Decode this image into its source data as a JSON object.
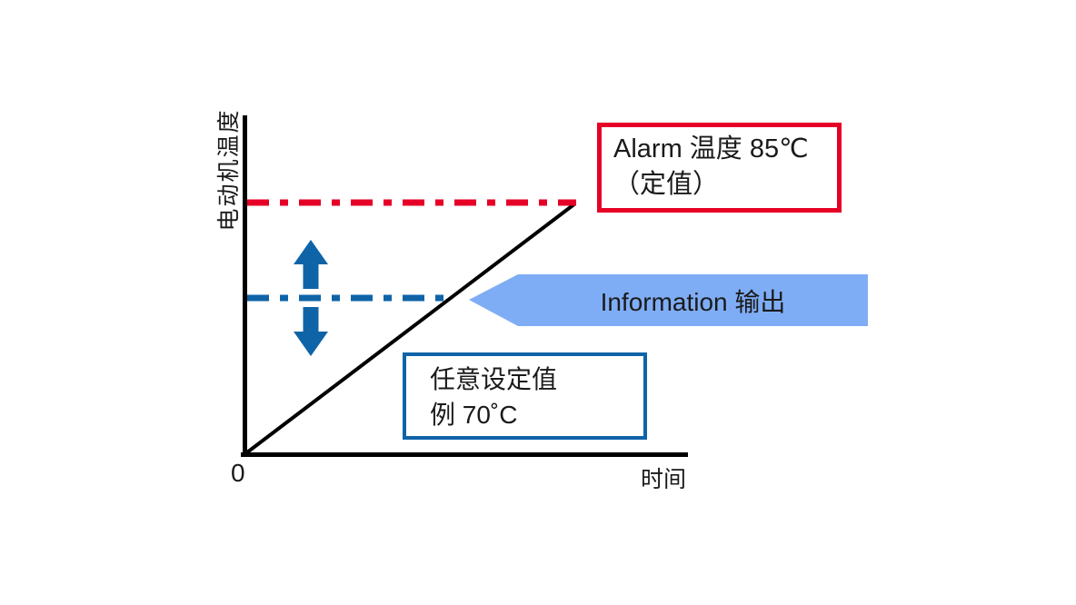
{
  "colors": {
    "black": "#000000",
    "text": "#1a1a1a",
    "red": "#e60027",
    "dark_blue": "#0f64a8",
    "light_blue": "#7fadf5",
    "white": "#ffffff"
  },
  "chart": {
    "y_axis_label": "电动机温度",
    "x_axis_label": "时间",
    "origin_label": "0",
    "alarm_label_line1": "Alarm 温度 85℃",
    "alarm_label_line2": "（定值）",
    "info_arrow_label": "Information 输出",
    "setpoint_label_line1": "任意设定值",
    "setpoint_label_line2": "例 70˚C"
  },
  "chart_data": {
    "type": "line",
    "title": "",
    "xlabel": "时间",
    "ylabel": "电动机温度",
    "x_origin_label": "0",
    "grid": false,
    "legend": false,
    "series": [
      {
        "name": "电动机温度",
        "style": "solid",
        "color": "#000000",
        "description": "电动机温度随时间线性上升，从原点 0 升至 Alarm 温度水平"
      },
      {
        "name": "Alarm 温度（定值）",
        "style": "dash-dot",
        "color": "#e60027",
        "value_c": 85,
        "fixed": true
      },
      {
        "name": "Information 输出阈值（任意设定值）",
        "style": "dash-dot",
        "color": "#0f64a8",
        "value_c": 70,
        "adjustable": true
      }
    ],
    "annotations": [
      "Alarm 温度 85℃（定值）",
      "Information 输出",
      "任意设定值 例 70˚C"
    ]
  }
}
